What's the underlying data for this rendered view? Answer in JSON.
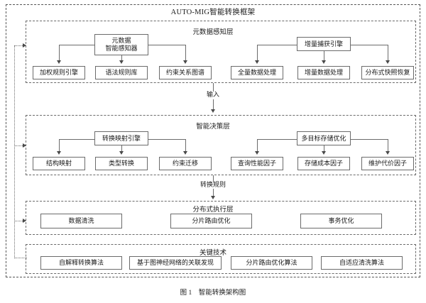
{
  "figure": {
    "framework_title": "AUTO-MIG智能转换框架",
    "caption": "图 1　智能转换架构图"
  },
  "layers": [
    {
      "id": "perception",
      "title": "元数据感知层",
      "groups": [
        {
          "parent": "元数据\n智能感知器",
          "parent_line1": "元数据",
          "parent_line2": "智能感知器",
          "children": [
            "加权规则引擎",
            "语法规则库",
            "约束关系图谱"
          ]
        },
        {
          "parent": "增量捕获引擎",
          "children": [
            "全量数据处理",
            "增量数据处理",
            "分布式快照恢复"
          ]
        }
      ]
    },
    {
      "id": "decision",
      "title": "智能决策层",
      "groups": [
        {
          "parent": "转换映射引擎",
          "children": [
            "结构映射",
            "类型转换",
            "约束迁移"
          ]
        },
        {
          "parent": "多目标存储优化",
          "children": [
            "查询性能因子",
            "存储成本因子",
            "维护代价因子"
          ]
        }
      ]
    },
    {
      "id": "execution",
      "title": "分布式执行层",
      "items": [
        "数据清洗",
        "分片路由优化",
        "事务优化"
      ]
    },
    {
      "id": "keytech",
      "title": "关键技术",
      "items": [
        "自解释转换算法",
        "基于图神经网络的关联发现",
        "分片路由优化算法",
        "自适应清洗算法"
      ]
    }
  ],
  "flows": [
    {
      "label": "输入"
    },
    {
      "label": "转换规则"
    }
  ],
  "colors": {
    "box_border": "#6b6b6b",
    "dashed_border": "#6a6a6a",
    "arrow": "#4a4a4a",
    "text": "#1a1a1a",
    "background": "#ffffff"
  }
}
